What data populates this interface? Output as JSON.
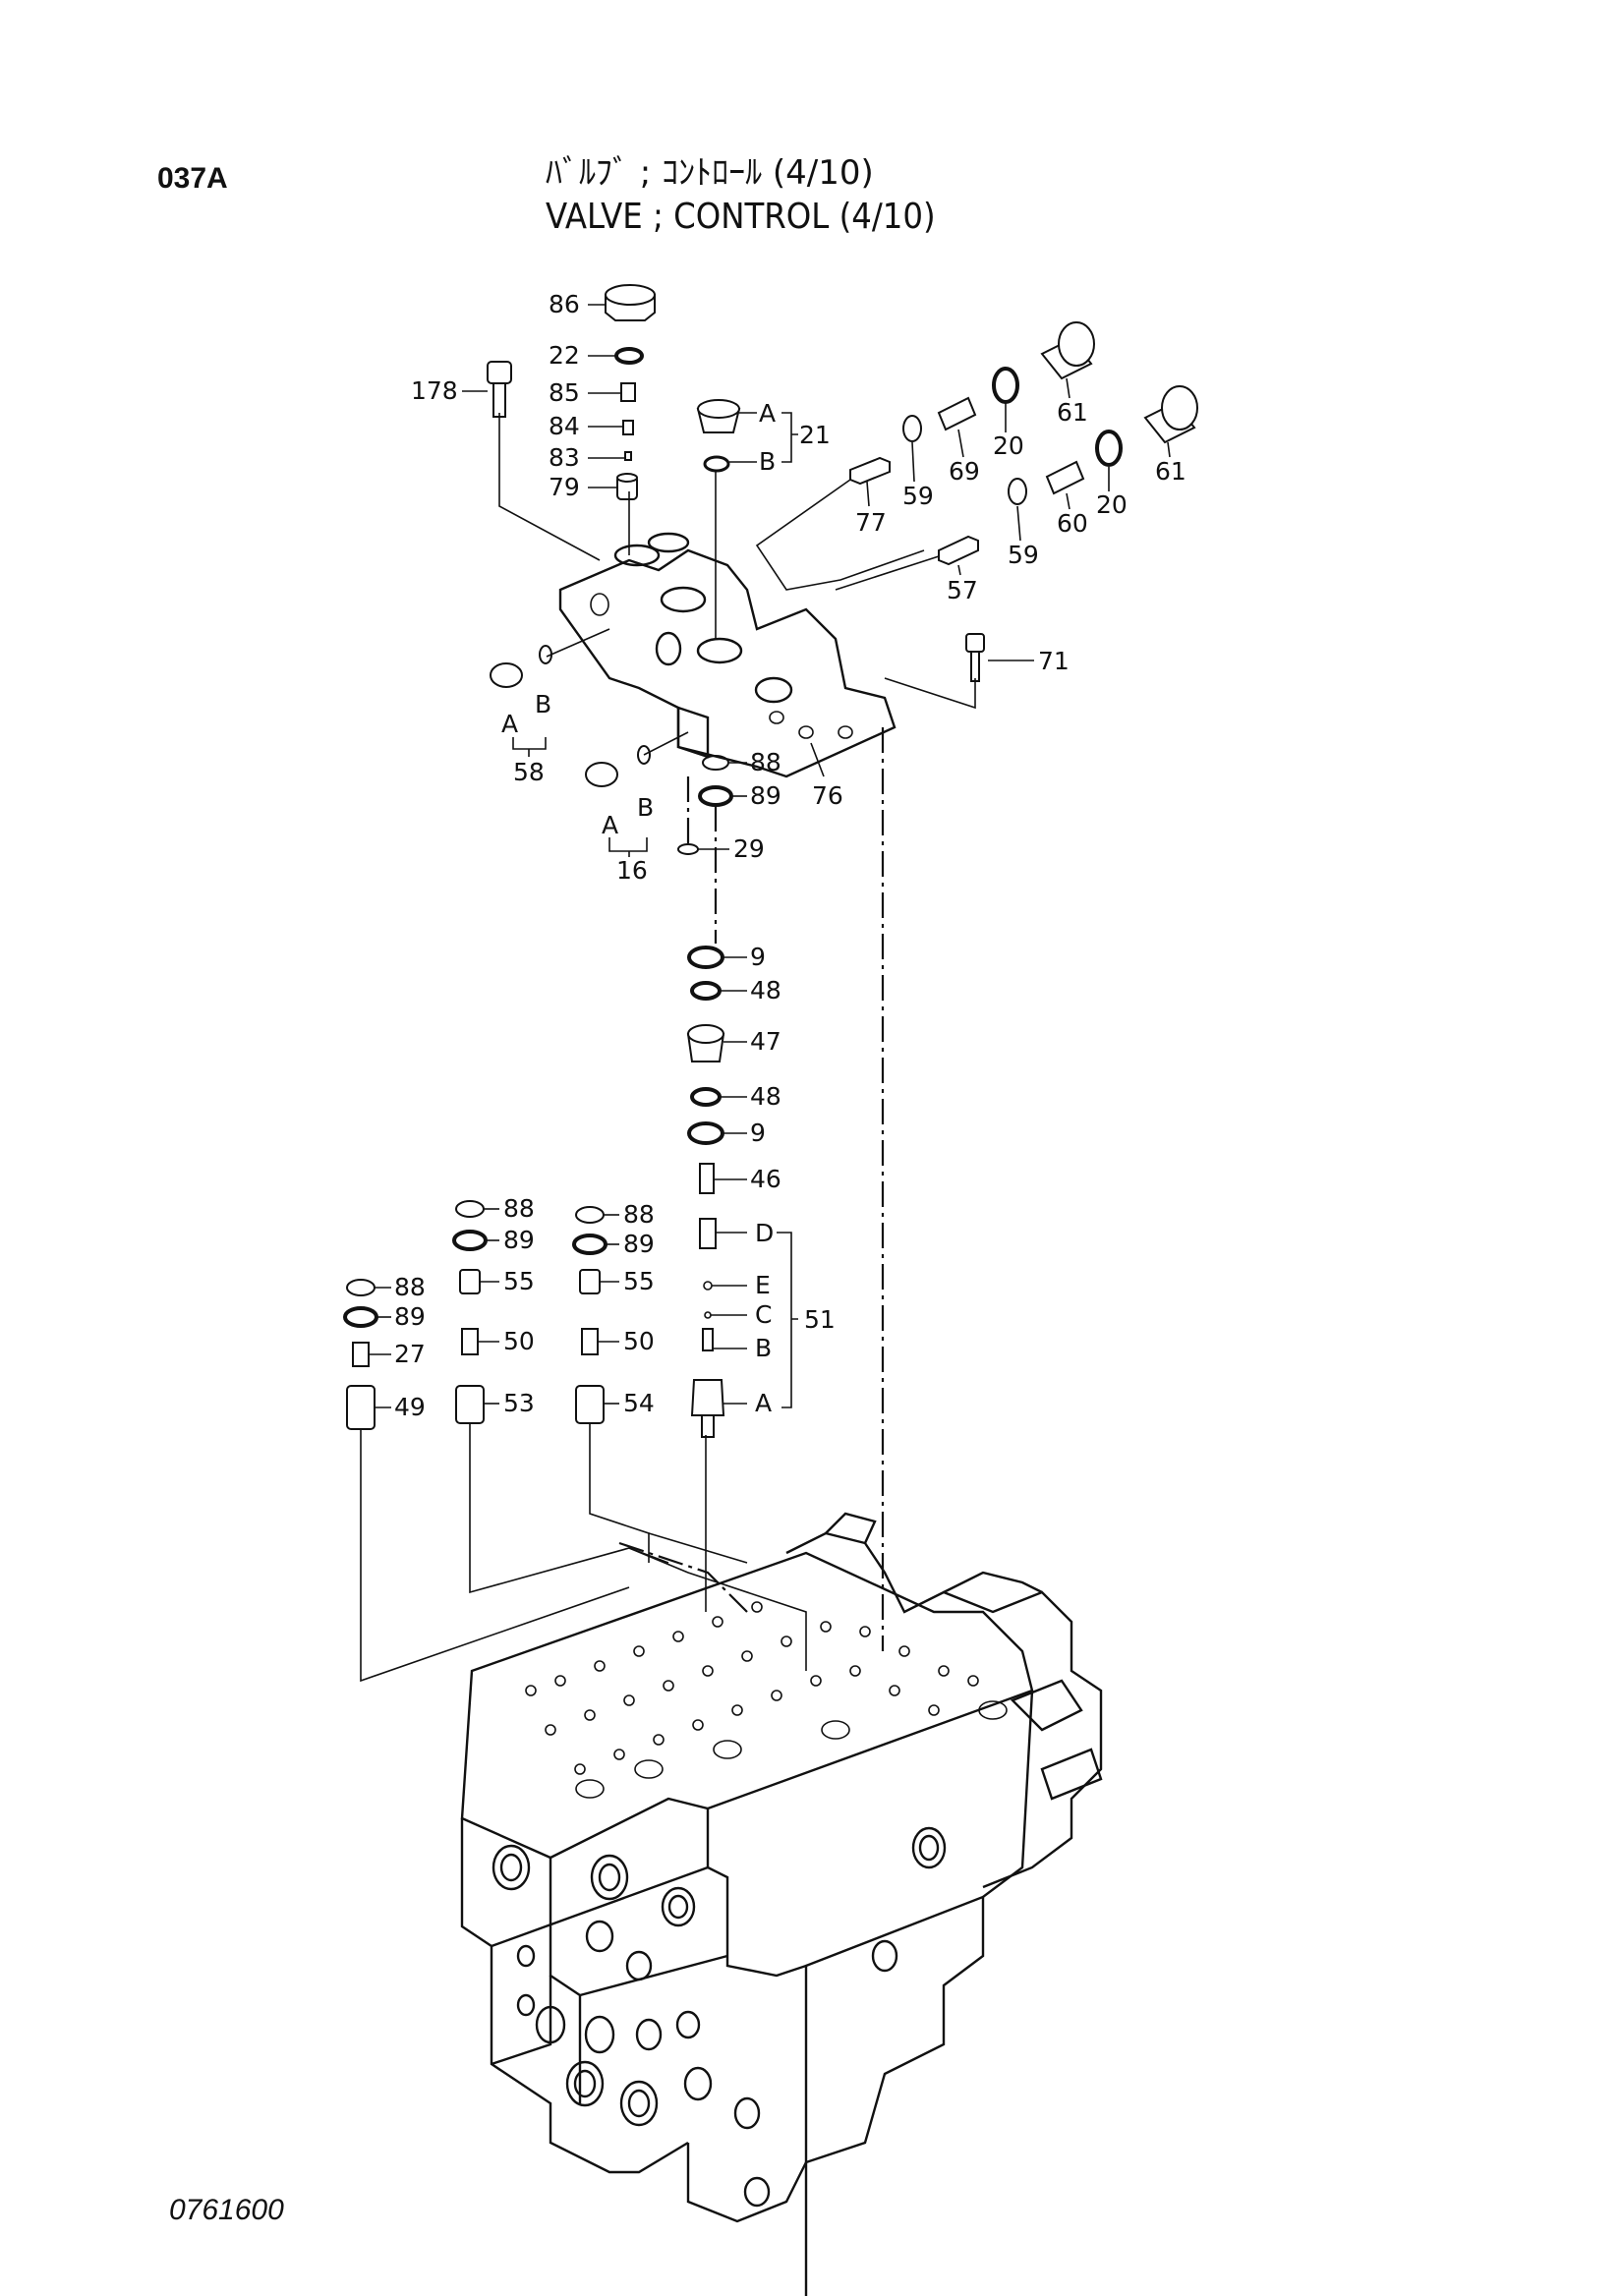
{
  "header": {
    "page_code": "037A",
    "title_ja": "ﾊﾞﾙﾌﾞ ; ｺﾝﾄﾛｰﾙ (4/10)",
    "title_en": "VALVE ; CONTROL (4/10)"
  },
  "footer": {
    "drawing_number": "0761600"
  },
  "callouts": {
    "p86": "86",
    "p22": "22",
    "p178": "178",
    "p85": "85",
    "p84": "84",
    "p83": "83",
    "p79": "79",
    "p21A": "A",
    "p21B": "B",
    "p21": "21",
    "p77": "77",
    "p59a": "59",
    "p69": "69",
    "p20a": "20",
    "p61a": "61",
    "p57": "57",
    "p59b": "59",
    "p60": "60",
    "p20b": "20",
    "p61b": "61",
    "p71": "71",
    "p58A": "A",
    "p58B": "B",
    "p58": "58",
    "p16A": "A",
    "p16B": "B",
    "p16": "16",
    "p88t": "88",
    "p89t": "89",
    "p76": "76",
    "p29": "29",
    "p9a": "9",
    "p48a": "48",
    "p47": "47",
    "p48b": "48",
    "p9b": "9",
    "p46": "46",
    "p51D": "D",
    "p51E": "E",
    "p51C": "C",
    "p51B": "B",
    "p51A": "A",
    "p51": "51",
    "p88a": "88",
    "p89a": "89",
    "p55a": "55",
    "p50a": "50",
    "p53": "53",
    "p88b": "88",
    "p89b": "89",
    "p55b": "55",
    "p50b": "50",
    "p54": "54",
    "p88c": "88",
    "p89c": "89",
    "p27": "27",
    "p49": "49"
  }
}
